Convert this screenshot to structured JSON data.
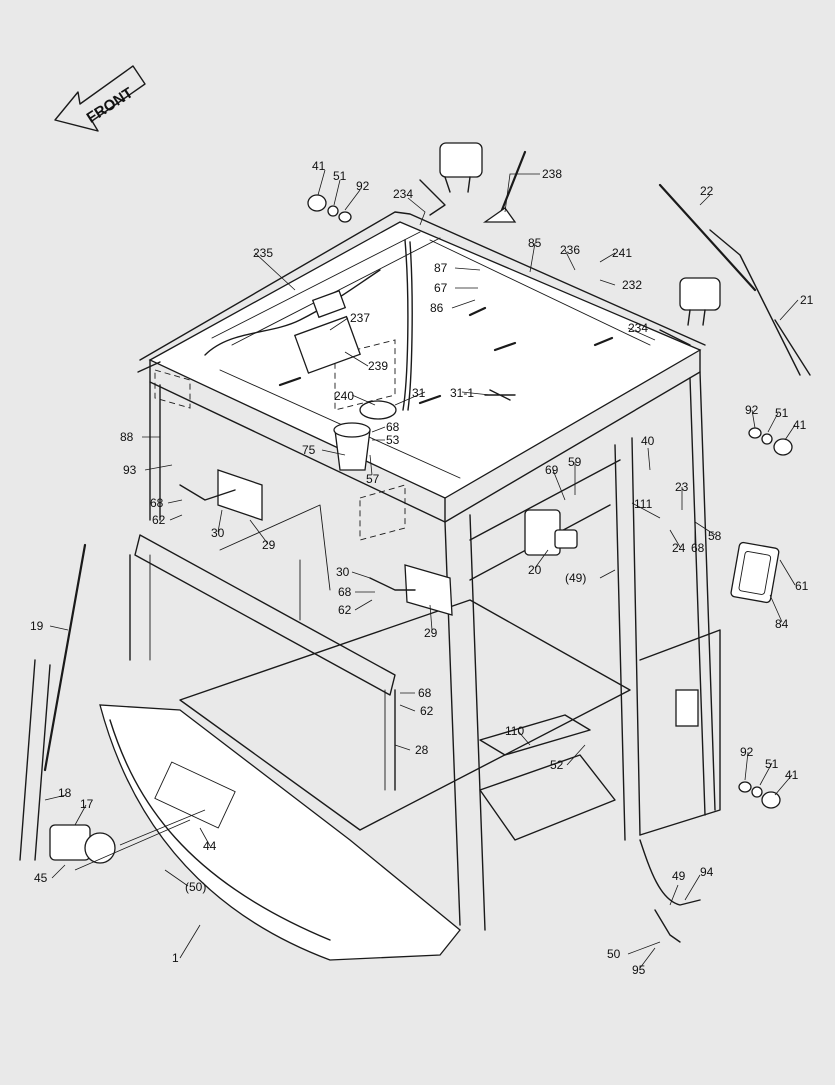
{
  "diagram": {
    "front_label": "FRONT",
    "callouts": {
      "c238": "238",
      "c41a": "41",
      "c51a": "51",
      "c92a": "92",
      "c234a": "234",
      "c22": "22",
      "c235": "235",
      "c85": "85",
      "c236": "236",
      "c241": "241",
      "c87": "87",
      "c67": "67",
      "c232": "232",
      "c86": "86",
      "c237": "237",
      "c234b": "234",
      "c21": "21",
      "c239": "239",
      "c240": "240",
      "c31": "31",
      "c31_1": "31-1",
      "c88": "88",
      "c68a": "68",
      "c53": "53",
      "c75": "75",
      "c92b": "92",
      "c51b": "51",
      "c41b": "41",
      "c40": "40",
      "c57": "57",
      "c93": "93",
      "c59": "59",
      "c69": "69",
      "c68b": "68",
      "c62a": "62",
      "c30a": "30",
      "c29a": "29",
      "c23": "23",
      "c111": "111",
      "c58": "58",
      "c24": "24",
      "c68c": "68",
      "c20": "20",
      "c49a": "(49)",
      "c61": "61",
      "c30b": "30",
      "c68d": "68",
      "c62b": "62",
      "c29b": "29",
      "c84": "84",
      "c19": "19",
      "c68e": "68",
      "c62c": "62",
      "c110": "110",
      "c28": "28",
      "c52": "52",
      "c92c": "92",
      "c51c": "51",
      "c41c": "41",
      "c18": "18",
      "c17": "17",
      "c44": "44",
      "c45": "45",
      "c50a": "(50)",
      "c49b": "49",
      "c94": "94",
      "c50b": "50",
      "c95": "95",
      "c1": "1"
    }
  }
}
